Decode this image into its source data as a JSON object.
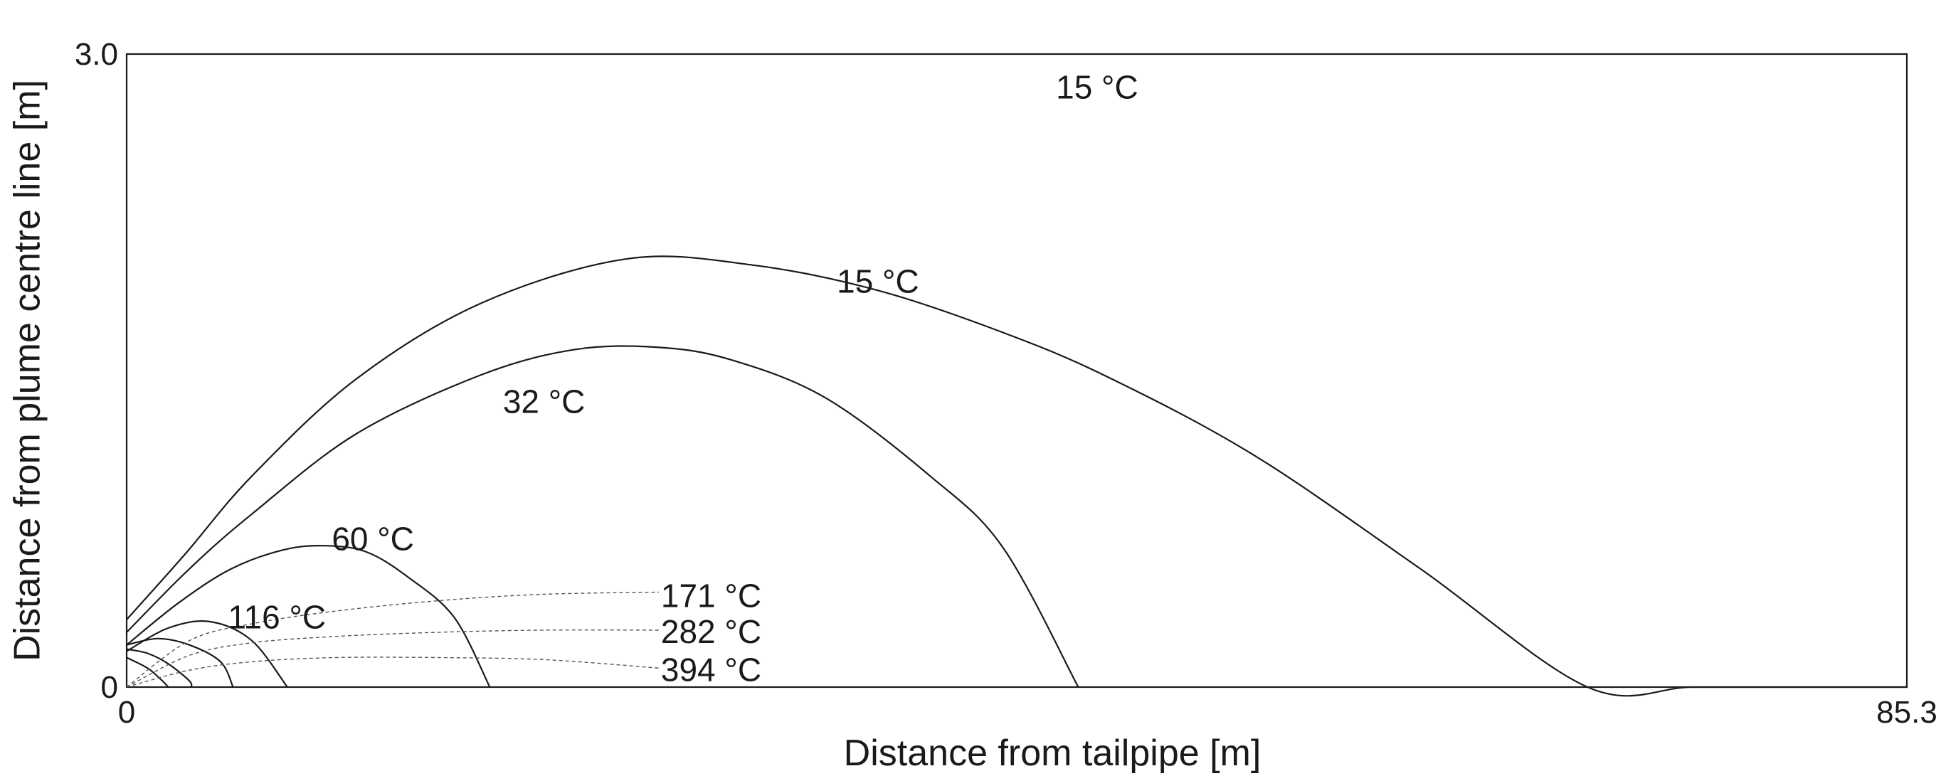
{
  "chart_data": {
    "type": "line",
    "title": "",
    "xlabel": "Distance from tailpipe [m]",
    "ylabel": "Distance from plume centre line [m]",
    "xlim": [
      0,
      85.3
    ],
    "ylim": [
      0,
      3.0
    ],
    "x_ticks": [
      "0",
      "85.3"
    ],
    "y_ticks": [
      "0",
      "3.0"
    ],
    "grid": false,
    "legend": "none",
    "colors": {
      "line": "#1a1a1a",
      "dashed": "#555555"
    },
    "series": [
      {
        "name": "15 °C",
        "style": "solid",
        "x": [
          0,
          2.8,
          6.0,
          11.0,
          17.0,
          24.0,
          30.0,
          36.0,
          42.0,
          47.0,
          54.0,
          62.0,
          70.0,
          75.0,
          80.0,
          85.3
        ],
        "y": [
          0.32,
          0.63,
          1.0,
          1.46,
          1.82,
          2.03,
          2.0,
          1.88,
          1.68,
          1.47,
          1.1,
          0.56,
          0.0,
          0.0,
          0.0,
          0.0
        ]
      },
      {
        "name": "32 °C",
        "style": "solid",
        "x": [
          0,
          3.0,
          6.0,
          11.0,
          17.0,
          21.5,
          25.5,
          29.0,
          33.5,
          38.5,
          42.0,
          45.6
        ],
        "y": [
          0.26,
          0.56,
          0.82,
          1.2,
          1.48,
          1.6,
          1.61,
          1.55,
          1.37,
          1.0,
          0.66,
          0.0
        ]
      },
      {
        "name": "60 °C",
        "style": "solid",
        "x": [
          0,
          2.5,
          5.0,
          7.5,
          9.5,
          11.5,
          13.5,
          15.7,
          17.4
        ],
        "y": [
          0.2,
          0.4,
          0.56,
          0.65,
          0.67,
          0.64,
          0.52,
          0.33,
          0.0
        ]
      },
      {
        "name": "116 °C",
        "style": "solid",
        "x": [
          0,
          2.0,
          4.0,
          6.0,
          7.7
        ],
        "y": [
          0.17,
          0.28,
          0.31,
          0.22,
          0.0
        ]
      },
      {
        "name": "",
        "style": "solid",
        "x": [
          0,
          1.5,
          3.0,
          4.5,
          5.1
        ],
        "y": [
          0.2,
          0.23,
          0.2,
          0.12,
          0.0
        ]
      },
      {
        "name": "",
        "style": "solid",
        "x": [
          0,
          1.0,
          2.0,
          3.0,
          3.1
        ],
        "y": [
          0.18,
          0.16,
          0.11,
          0.03,
          0.0
        ]
      },
      {
        "name": "",
        "style": "solid",
        "x": [
          0,
          1.0,
          1.6,
          2.0
        ],
        "y": [
          0.14,
          0.09,
          0.04,
          0.0
        ]
      },
      {
        "name": "171 °C",
        "style": "dashed",
        "x": [
          0,
          3.0,
          6.0,
          10.0,
          15.0,
          20.0,
          25.5
        ],
        "y": [
          0.0,
          0.22,
          0.3,
          0.36,
          0.41,
          0.44,
          0.45
        ]
      },
      {
        "name": "282 °C",
        "style": "dashed",
        "x": [
          0,
          3.0,
          6.0,
          10.0,
          15.0,
          20.0,
          25.5
        ],
        "y": [
          0.0,
          0.15,
          0.21,
          0.24,
          0.26,
          0.27,
          0.27
        ]
      },
      {
        "name": "394 °C",
        "style": "dashed",
        "x": [
          0,
          3.0,
          6.0,
          10.0,
          15.0,
          20.0,
          25.5
        ],
        "y": [
          0.0,
          0.08,
          0.12,
          0.14,
          0.14,
          0.13,
          0.09
        ]
      }
    ],
    "annotations": [
      {
        "text": "15 °C",
        "x": 46.5,
        "y": 2.83,
        "anchor": "middle"
      },
      {
        "text": "15 °C",
        "x": 36.0,
        "y": 1.91,
        "anchor": "middle"
      },
      {
        "text": "32 °C",
        "x": 20.0,
        "y": 1.34,
        "anchor": "middle"
      },
      {
        "text": "60 °C",
        "x": 11.8,
        "y": 0.69,
        "anchor": "middle"
      },
      {
        "text": "116 °C",
        "x": 7.2,
        "y": 0.32,
        "anchor": "middle"
      },
      {
        "text": "171 °C",
        "x": 25.6,
        "y": 0.42,
        "anchor": "start"
      },
      {
        "text": "282 °C",
        "x": 25.6,
        "y": 0.25,
        "anchor": "start"
      },
      {
        "text": "394 °C",
        "x": 25.6,
        "y": 0.07,
        "anchor": "start"
      }
    ]
  }
}
